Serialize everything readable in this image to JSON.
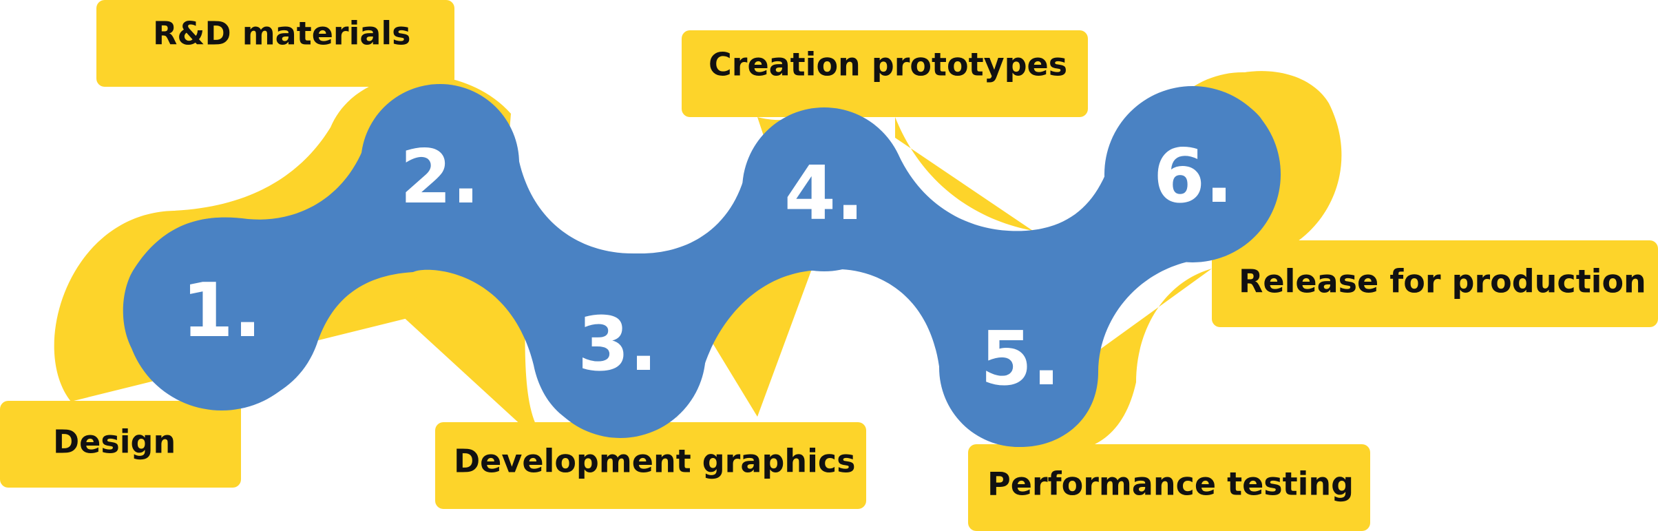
{
  "colors": {
    "yellow": "#FDD42A",
    "blue": "#4A82C3",
    "white": "#FFFFFF",
    "text": "#111111"
  },
  "steps": [
    {
      "number": "1.",
      "label": "Design"
    },
    {
      "number": "2.",
      "label": "R&D materials"
    },
    {
      "number": "3.",
      "label": "Development graphics"
    },
    {
      "number": "4.",
      "label": "Creation prototypes"
    },
    {
      "number": "5.",
      "label": "Performance testing"
    },
    {
      "number": "6.",
      "label": "Release for production"
    }
  ]
}
